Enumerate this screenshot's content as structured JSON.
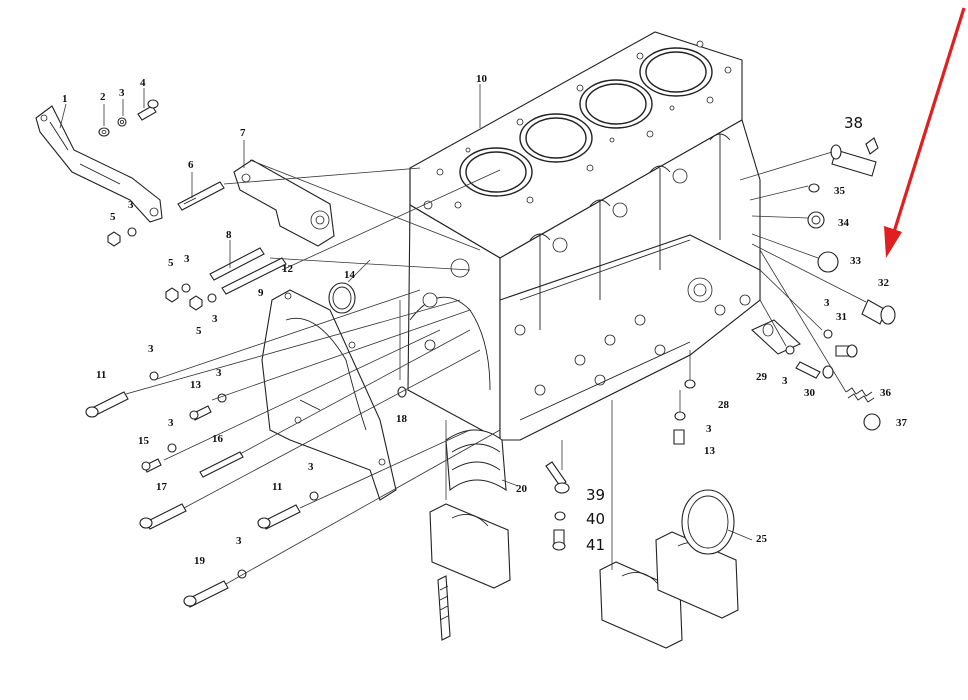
{
  "diagram": {
    "labels": {
      "l1": "1",
      "l2": "2",
      "l3a": "3",
      "l4": "4",
      "l5a": "5",
      "l3b": "3",
      "l6": "6",
      "l7": "7",
      "l5b": "5",
      "l3c": "3",
      "l8": "8",
      "l9": "9",
      "l5c": "5",
      "l3d": "3",
      "l12": "12",
      "l14": "14",
      "l10": "10",
      "l38": "38",
      "l35": "35",
      "l34": "34",
      "l33": "33",
      "l32": "32",
      "l3e": "3",
      "l31": "31",
      "l29": "29",
      "l3f": "3",
      "l30": "30",
      "l36": "36",
      "l37": "37",
      "l11a": "11",
      "l3g": "3",
      "l13a": "13",
      "l3h": "3",
      "l15": "15",
      "l3i": "3",
      "l16": "16",
      "l18": "18",
      "l17": "17",
      "l11b": "11",
      "l3j": "3",
      "l19": "19",
      "l3k": "3",
      "l20": "20",
      "l39": "39",
      "l40": "40",
      "l41": "41",
      "l28": "28",
      "l3l": "3",
      "l13b": "13",
      "l25": "25"
    },
    "highlight_color": "#e02020"
  }
}
